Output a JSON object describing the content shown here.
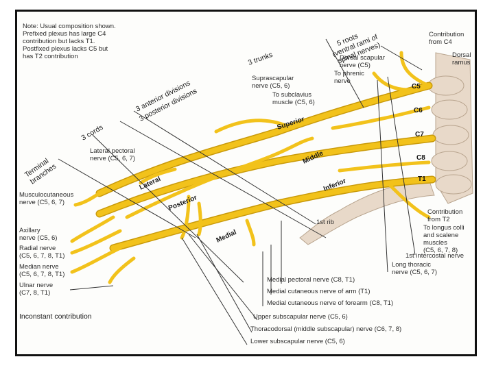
{
  "note": [
    "Note: Usual composition shown.",
    "Prefixed plexus has large C4",
    "contribution but lacks T1.",
    "Postfixed plexus lacks C5 but",
    "has T2 contribution"
  ],
  "headers": {
    "roots": [
      "5 roots",
      "(ventral rami of",
      "spinal nerves)"
    ],
    "trunks": "3 trunks",
    "divisions": [
      "3 anterior divisions",
      "3 posterior divisions"
    ],
    "cords": "3 cords",
    "terminal": [
      "Terminal",
      "branches"
    ]
  },
  "segments": [
    "C5",
    "C6",
    "C7",
    "C8",
    "T1"
  ],
  "trunk_labels": [
    "Superior",
    "Middle",
    "Inferior"
  ],
  "cord_labels": [
    "Lateral",
    "Posterior",
    "Medial"
  ],
  "rib_label": "1st rib",
  "labels_top": {
    "contrib_c4": [
      "Contribution",
      "from C4"
    ],
    "dorsal_ramus": [
      "Dorsal",
      "ramus"
    ],
    "dorsal_scapular": [
      "Dorsal scapular",
      "nerve (C5)"
    ],
    "phrenic": [
      "To phrenic",
      "nerve"
    ],
    "suprascapular": [
      "Suprascapular",
      "nerve (C5, 6)"
    ],
    "subclavius": [
      "To subclavius",
      "muscle (C5, 6)"
    ],
    "lateral_pectoral": [
      "Lateral pectoral",
      "nerve (C5, 6, 7)"
    ]
  },
  "labels_left": {
    "musculocutaneous": [
      "Musculocutaneous",
      "nerve (C5, 6, 7)"
    ],
    "axillary": [
      "Axillary",
      "nerve (C5, 6)"
    ],
    "radial": [
      "Radial nerve",
      "(C5, 6, 7, 8, T1)"
    ],
    "median": [
      "Median nerve",
      "(C5, 6, 7, 8, T1)"
    ],
    "ulnar": [
      "Ulnar nerve",
      "(C7, 8, T1)"
    ],
    "inconstant": "Inconstant contribution"
  },
  "labels_right": {
    "contrib_t2": [
      "Contribution",
      "from T2"
    ],
    "longus": [
      "To longus colli",
      "and scalene",
      "muscles",
      "(C5, 6, 7, 8)"
    ],
    "intercostal": "1st intercostal nerve",
    "long_thoracic": [
      "Long thoracic",
      "nerve (C5, 6, 7)"
    ]
  },
  "labels_bottom": [
    "Medial pectoral nerve (C8, T1)",
    "Medial cutaneous nerve of arm (T1)",
    "Medial cutaneous nerve of forearm (C8, T1)",
    "Upper subscapular nerve (C5, 6)",
    "Thoracodorsal (middle subscapular) nerve (C6, 7, 8)",
    "Lower subscapular nerve (C5, 6)"
  ],
  "colors": {
    "nerve": "#f2c21b",
    "nerve_dark": "#c99a0a",
    "bone": "#e8d9c9",
    "line": "#333333"
  }
}
